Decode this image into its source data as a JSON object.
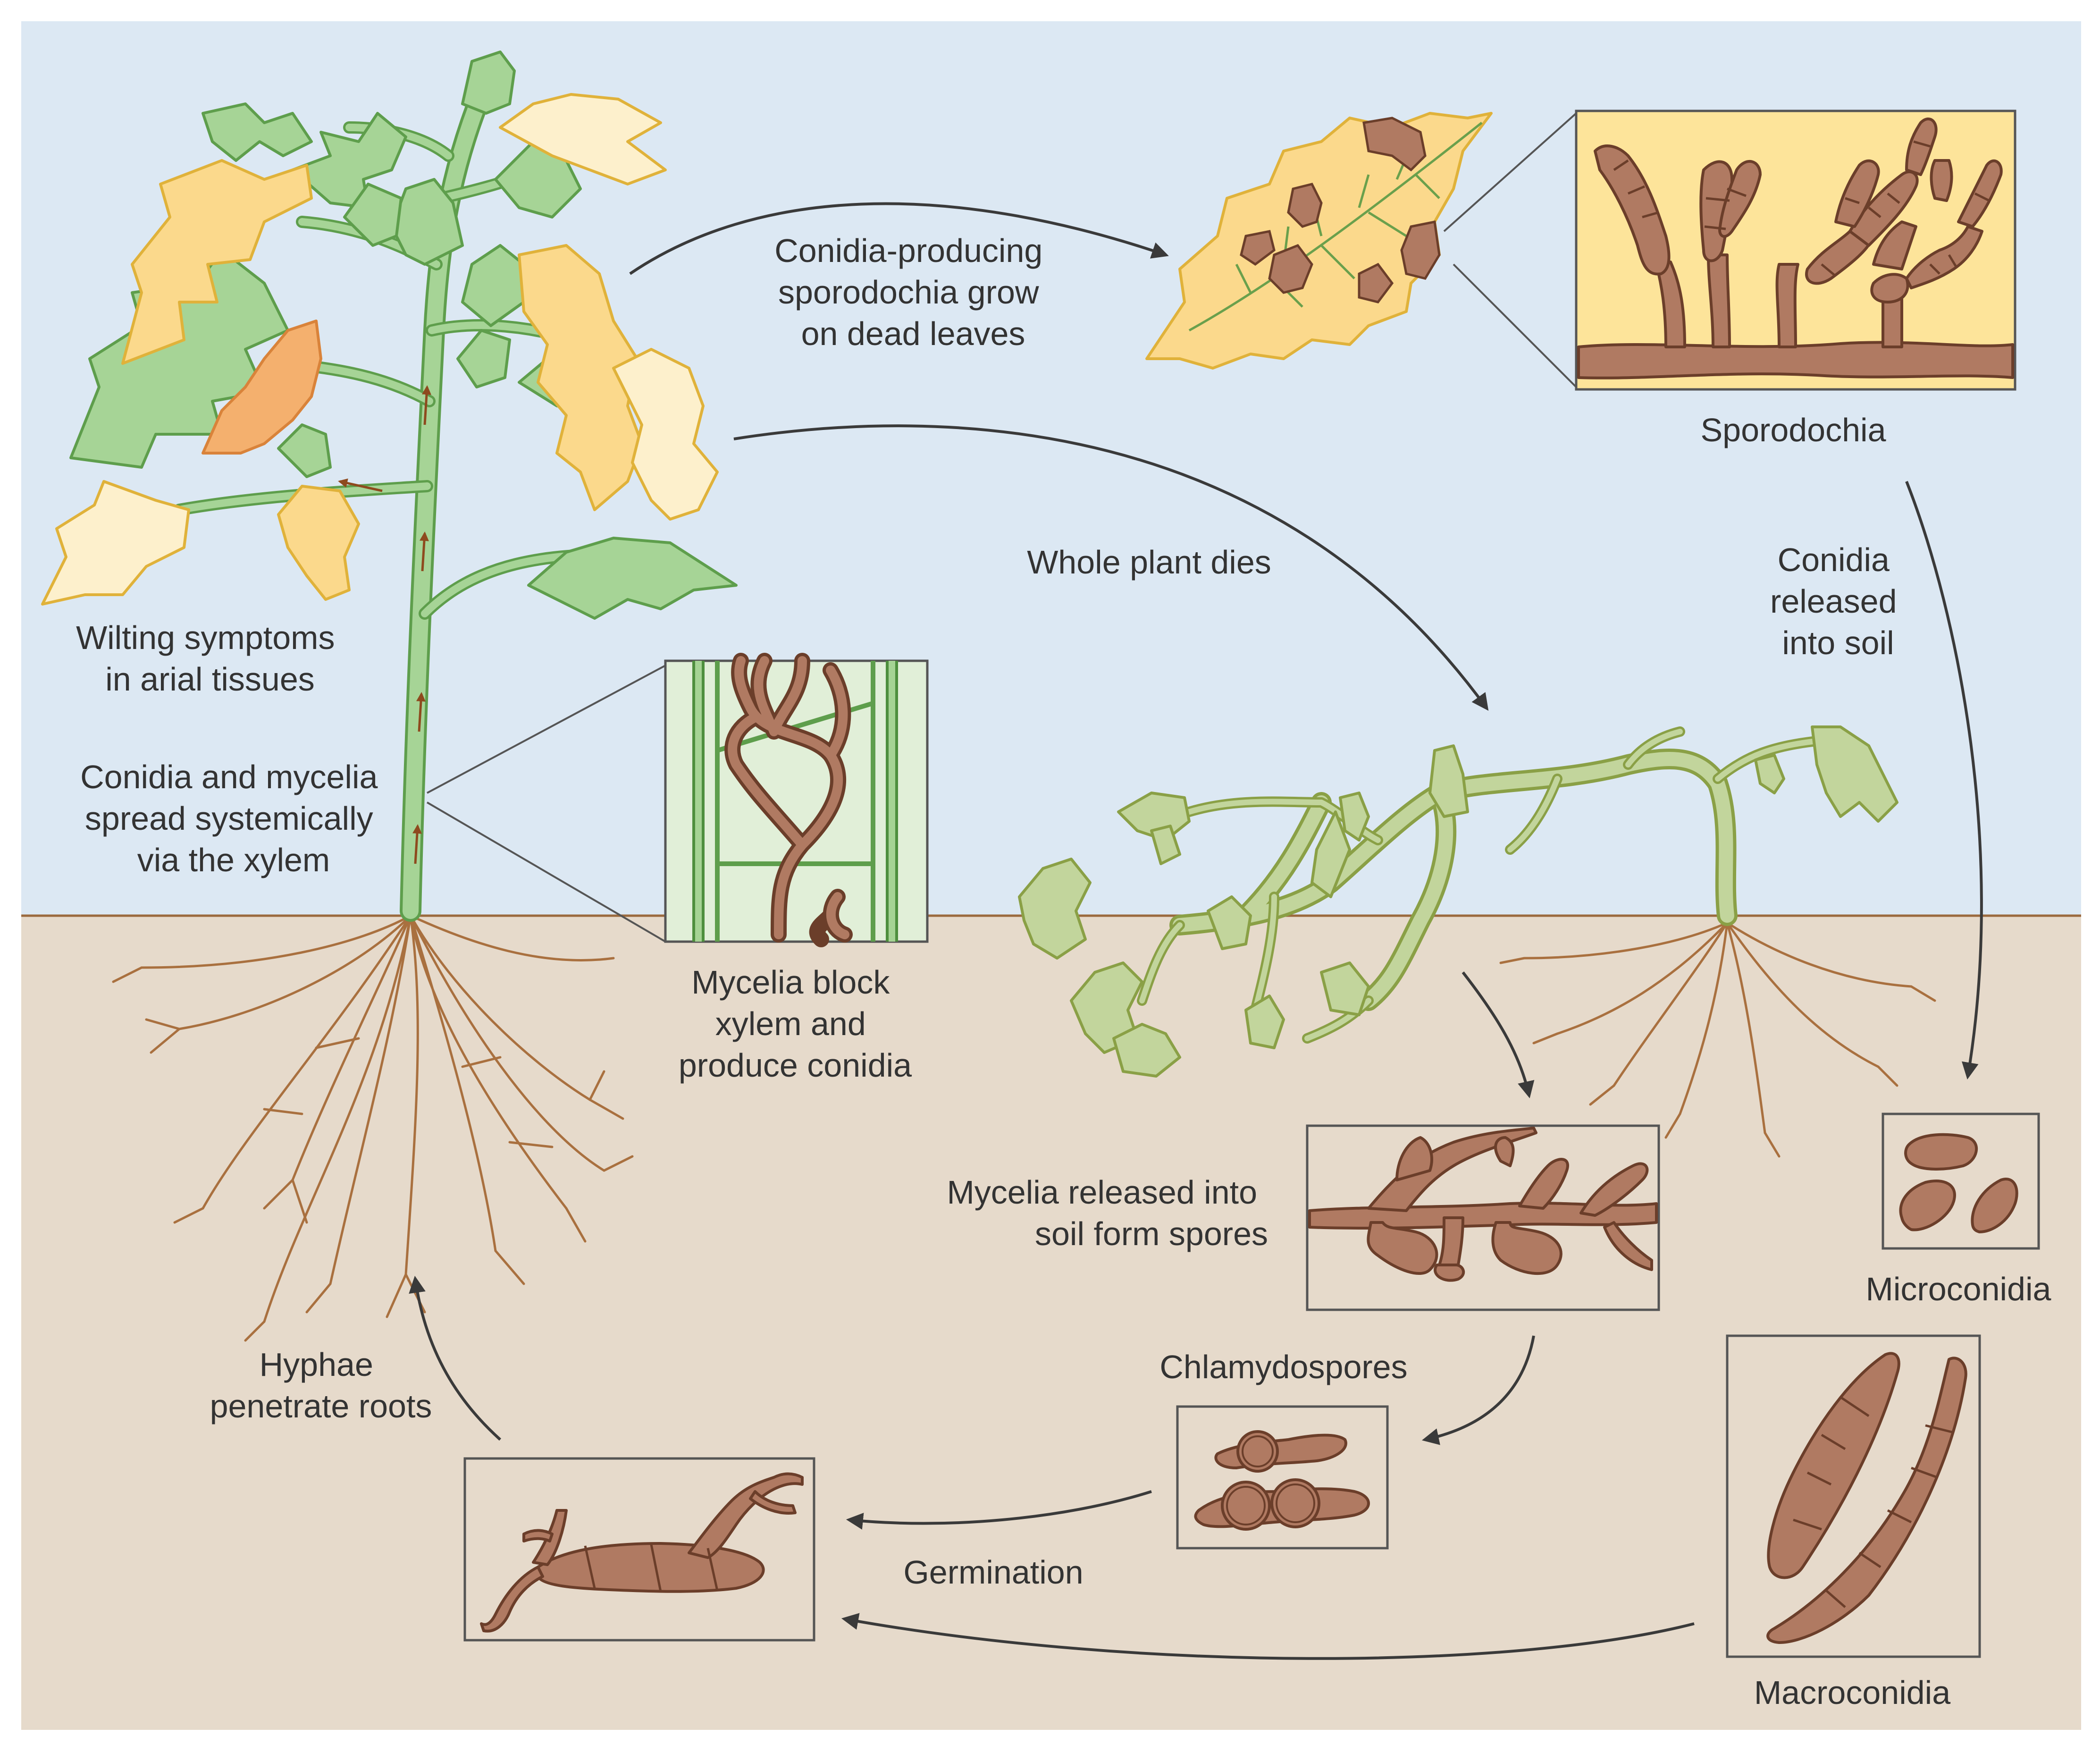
{
  "colors": {
    "sky": "#dce8f3",
    "soil": "#e6dacb",
    "ground_line": "#9b6a3e",
    "leaf_green": "#a6d496",
    "leaf_green_stroke": "#5e9e4c",
    "leaf_yellow": "#fbd98c",
    "leaf_pale": "#fdf0cc",
    "leaf_yellow_stroke": "#e0b23a",
    "leaf_orange": "#f4b06e",
    "leaf_orange_stroke": "#d9833a",
    "dead_plant": "#c2d59c",
    "dead_plant_stroke": "#8aa046",
    "root": "#a9703f",
    "fungus": "#b07a62",
    "fungus_stroke": "#6b3e2a",
    "fungus_dark": "#8e5238",
    "xylem_bg": "#e1efd8",
    "xylem_wall": "#7bbf6a",
    "sporodochia_bg": "#fde49a",
    "arrow": "#3a3a3a",
    "box_border": "#555555",
    "text": "#333333"
  },
  "labels": {
    "wilting": [
      "Wilting symptoms",
      "in arial tissues"
    ],
    "spread": [
      "Conidia and mycelia",
      "spread systemically",
      "via the xylem"
    ],
    "block": [
      "Mycelia block",
      "xylem and",
      "produce conidia"
    ],
    "sporo_grow": [
      "Conidia-producing",
      "sporodochia grow",
      "on dead leaves"
    ],
    "sporodochia": "Sporodochia",
    "released": [
      "Conidia",
      "released",
      "into soil"
    ],
    "dies": "Whole plant dies",
    "mycelia_soil": [
      "Mycelia released into",
      "soil form spores"
    ],
    "microconidia": "Microconidia",
    "chlamydospores": "Chlamydospores",
    "macroconidia": "Macroconidia",
    "germination": "Germination",
    "hyphae": [
      "Hyphae",
      "penetrate roots"
    ]
  },
  "icons": {
    "plant": "healthy-wilting-plant-icon",
    "dead_leaf": "dead-leaf-icon",
    "dead_plant": "dead-plant-icon"
  }
}
